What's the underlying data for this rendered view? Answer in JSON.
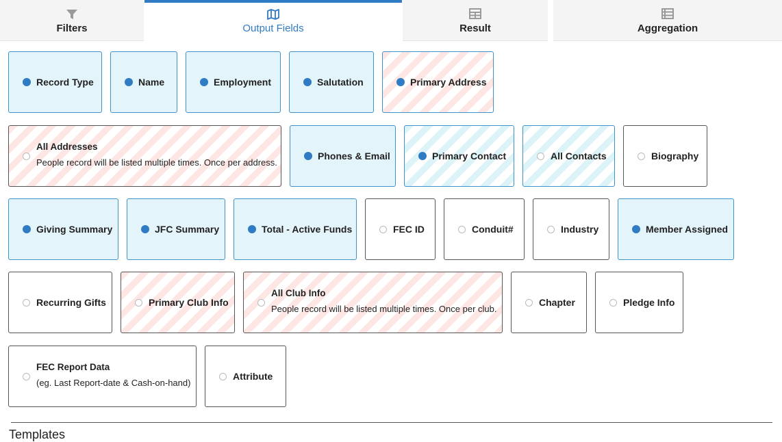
{
  "tabs": [
    {
      "label": "Filters",
      "icon": "filter-icon"
    },
    {
      "label": "Output Fields",
      "icon": "map-icon",
      "active": true
    },
    {
      "label": "Result",
      "icon": "table-icon"
    },
    {
      "label": "Aggregation",
      "icon": "list-icon"
    }
  ],
  "colors": {
    "accent": "#2f7bc4",
    "selected_bg": "#e4f4fb",
    "stripe_red": "#fde6e3",
    "stripe_blue": "#dcf3f8"
  },
  "fields": {
    "record_type": {
      "label": "Record Type",
      "selected": true
    },
    "name": {
      "label": "Name",
      "selected": true
    },
    "employment": {
      "label": "Employment",
      "selected": true
    },
    "salutation": {
      "label": "Salutation",
      "selected": true
    },
    "primary_address": {
      "label": "Primary Address",
      "selected": true
    },
    "all_addresses": {
      "label": "All Addresses",
      "description": "People record will be listed multiple times. Once per address.",
      "selected": false
    },
    "phones_email": {
      "label": "Phones & Email",
      "selected": true
    },
    "primary_contact": {
      "label": "Primary Contact",
      "selected": true
    },
    "all_contacts": {
      "label": "All Contacts",
      "selected": false
    },
    "biography": {
      "label": "Biography",
      "selected": false
    },
    "giving_summary": {
      "label": "Giving Summary",
      "selected": true
    },
    "jfc_summary": {
      "label": "JFC Summary",
      "selected": true
    },
    "total_active_funds": {
      "label": "Total - Active Funds",
      "selected": true
    },
    "fec_id": {
      "label": "FEC ID",
      "selected": false
    },
    "conduit": {
      "label": "Conduit#",
      "selected": false
    },
    "industry": {
      "label": "Industry",
      "selected": false
    },
    "member_assigned": {
      "label": "Member Assigned",
      "selected": true
    },
    "recurring_gifts": {
      "label": "Recurring Gifts",
      "selected": false
    },
    "primary_club_info": {
      "label": "Primary Club Info",
      "selected": false
    },
    "all_club_info": {
      "label": "All Club Info",
      "description": "People record will be listed multiple times. Once per club.",
      "selected": false
    },
    "chapter": {
      "label": "Chapter",
      "selected": false
    },
    "pledge_info": {
      "label": "Pledge Info",
      "selected": false
    },
    "fec_report_data": {
      "label": "FEC Report Data",
      "description": "(eg. Last Report-date & Cash-on-hand)",
      "selected": false
    },
    "attribute": {
      "label": "Attribute",
      "selected": false
    }
  },
  "templates": {
    "heading": "Templates"
  }
}
